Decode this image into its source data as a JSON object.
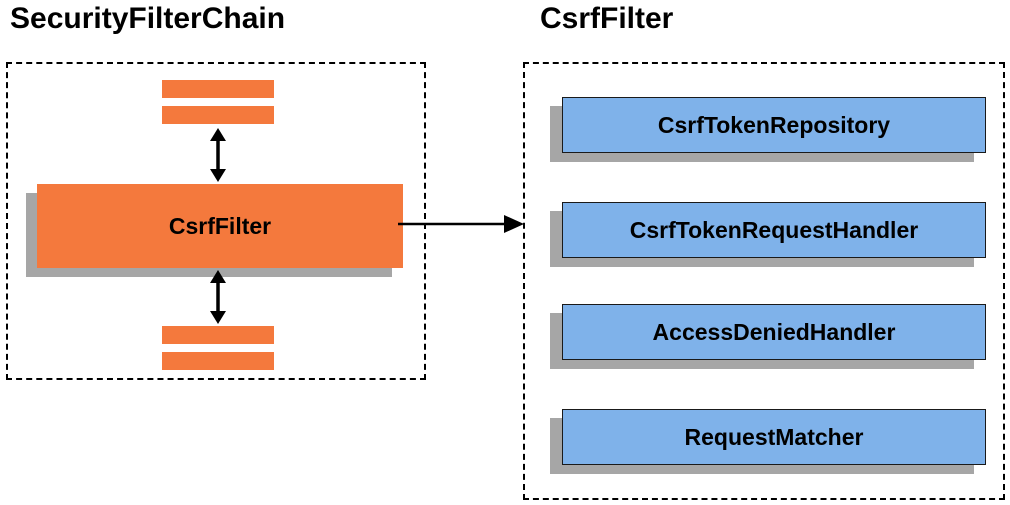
{
  "diagram": {
    "left": {
      "title": "SecurityFilterChain",
      "filter_label": "CsrfFilter"
    },
    "right": {
      "title": "CsrfFilter",
      "components": [
        "CsrfTokenRepository",
        "CsrfTokenRequestHandler",
        "AccessDeniedHandler",
        "RequestMatcher"
      ]
    },
    "colors": {
      "orange": "#F4793D",
      "blue": "#7FB2EA",
      "shadow": "#A6A6A6"
    }
  }
}
